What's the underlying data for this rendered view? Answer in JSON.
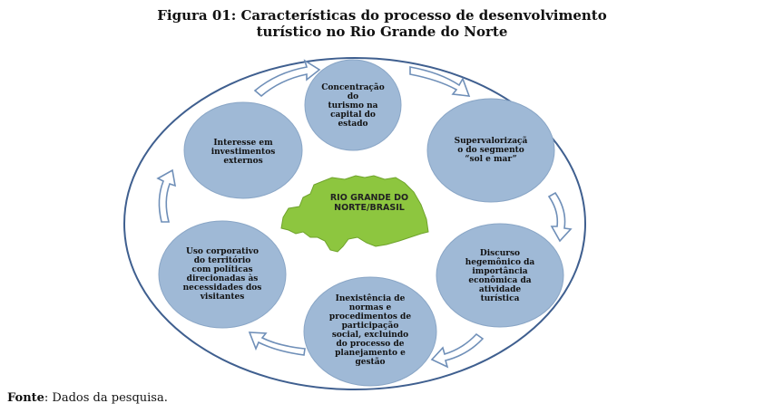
{
  "figure": {
    "title_line1": "Figura 01: Características do processo de desenvolvimento",
    "title_line2": "turístico no Rio Grande do Norte"
  },
  "center": {
    "label_line1": "RIO GRANDE DO",
    "label_line2": "NORTE/BRASIL",
    "map_color": "#8dc63f"
  },
  "nodes": [
    {
      "id": "concentracao",
      "lines": [
        "Concentração do",
        "turismo na",
        "capital do estado"
      ]
    },
    {
      "id": "supervalorizacao",
      "lines": [
        "Supervalorizaçã",
        "o do segmento",
        "“sol e mar”"
      ]
    },
    {
      "id": "discurso",
      "lines": [
        "Discurso",
        "hegemônico da",
        "importância",
        "econômica da",
        "atividade",
        "turística"
      ]
    },
    {
      "id": "inexistencia",
      "lines": [
        "Inexistência de",
        "normas e",
        "procedimentos de",
        "participação",
        "social, excluindo",
        "do processo de",
        "planejamento e",
        "gestão"
      ]
    },
    {
      "id": "uso-corporativo",
      "lines": [
        "Uso corporativo",
        "do território",
        "com políticas",
        "direcionadas às",
        "necessidades dos",
        "visitantes"
      ]
    },
    {
      "id": "interesse",
      "lines": [
        "Interesse em",
        "investimentos",
        "externos"
      ]
    }
  ],
  "colors": {
    "circle_fill": "#9fb9d6",
    "circle_stroke": "#8aa6c6",
    "ellipse_stroke": "#3f5f8f",
    "arrow_stroke": "#6f8fb8"
  },
  "source": {
    "label": "Fonte",
    "text": ": Dados da pesquisa."
  }
}
